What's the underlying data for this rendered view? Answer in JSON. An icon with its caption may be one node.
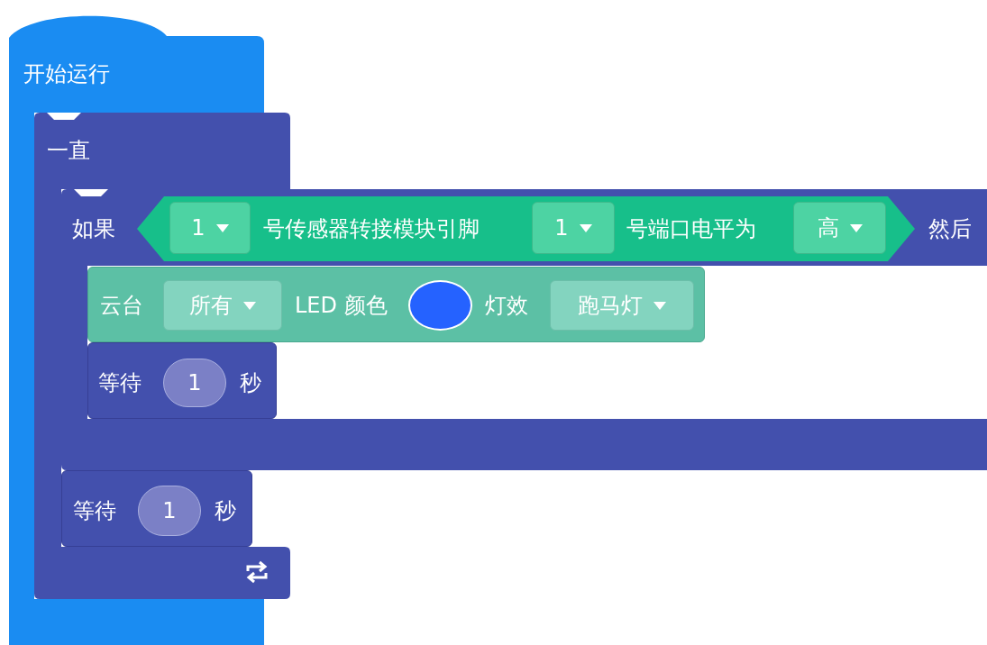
{
  "diagram": {
    "nodes": [
      {
        "text": [
          "开始运行"
        ]
      },
      {
        "text": [
          "一直"
        ],
        "in": 0
      },
      {
        "text": [
          "如果",
          "然后"
        ]
      },
      {
        "text": [
          "号传感器转接模块引脚",
          "号端口电平为"
        ],
        "in": 2
      },
      {
        "text": [
          "1"
        ],
        "in": 3
      },
      {
        "text": [
          "1"
        ],
        "in": 3
      },
      {
        "text": [
          "高"
        ],
        "in": 3
      },
      {
        "text": [
          "云台",
          "LED 颜色",
          "灯效"
        ],
        "in": 2
      },
      {
        "text": [
          "所有"
        ],
        "in": 7
      },
      {
        "text": [],
        "shape": "circle",
        "in": 7
      },
      {
        "text": [
          "跑马灯"
        ],
        "in": 7
      },
      {
        "text": [
          "等待",
          "秒"
        ],
        "in": 2
      },
      {
        "text": [
          "1"
        ],
        "in": 11
      },
      {
        "text": [
          "等待",
          "秒"
        ],
        "in": 1
      },
      {
        "text": [
          "1"
        ],
        "in": 13
      }
    ]
  }
}
